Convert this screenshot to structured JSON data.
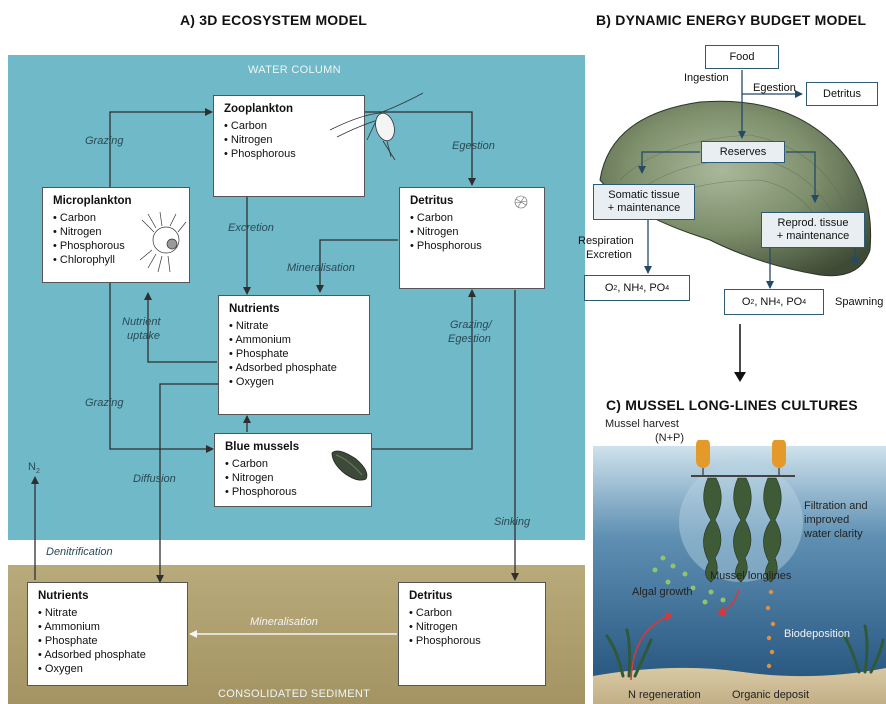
{
  "panel_a": {
    "title": "A) 3D ECOSYSTEM MODEL",
    "water_label": "WATER COLUMN",
    "sediment_label": "CONSOLIDATED SEDIMENT",
    "zooplankton": {
      "title": "Zooplankton",
      "items": [
        "Carbon",
        "Nitrogen",
        "Phosphorous"
      ]
    },
    "microplankton": {
      "title": "Microplankton",
      "items": [
        "Carbon",
        "Nitrogen",
        "Phosphorous",
        "Chlorophyll"
      ]
    },
    "detritus": {
      "title": "Detritus",
      "items": [
        "Carbon",
        "Nitrogen",
        "Phosphorous"
      ]
    },
    "nutrients": {
      "title": "Nutrients",
      "items": [
        "Nitrate",
        "Ammonium",
        "Phosphate",
        "Adsorbed phosphate",
        "Oxygen"
      ]
    },
    "mussels": {
      "title": "Blue mussels",
      "items": [
        "Carbon",
        "Nitrogen",
        "Phosphorous"
      ]
    },
    "sed_nutrients": {
      "title": "Nutrients",
      "items": [
        "Nitrate",
        "Ammonium",
        "Phosphate",
        "Adsorbed phosphate",
        "Oxygen"
      ]
    },
    "sed_detritus": {
      "title": "Detritus",
      "items": [
        "Carbon",
        "Nitrogen",
        "Phosphorous"
      ]
    },
    "flows": {
      "grazing_top": "Grazing",
      "egestion": "Egestion",
      "excretion": "Excretion",
      "mineralisation": "Mineralisation",
      "nutrient_uptake_1": "Nutrient",
      "nutrient_uptake_2": "uptake",
      "grazing_egestion_1": "Grazing/",
      "grazing_egestion_2": "Egestion",
      "grazing_bottom": "Grazing",
      "diffusion": "Diffusion",
      "n2": "N",
      "n2_sub": "2",
      "denitrification": "Denitrification",
      "sinking": "Sinking",
      "sed_mineralisation": "Mineralisation"
    }
  },
  "panel_b": {
    "title": "B) DYNAMIC ENERGY BUDGET MODEL",
    "food": "Food",
    "ingestion": "Ingestion",
    "egestion": "Egestion",
    "detritus": "Detritus",
    "reserves": "Reserves",
    "somatic_1": "Somatic tissue",
    "somatic_2": "+ maintenance",
    "reprod_1": "Reprod. tissue",
    "reprod_2": "+ maintenance",
    "respiration": "Respiration",
    "excretion": "Excretion",
    "out_left": {
      "o": "O",
      "o_sup": "2",
      "nh": ", NH",
      "nh_sub": "4",
      "po": ", PO",
      "po_sub": "4"
    },
    "out_right": {
      "o": "O",
      "o_sup": "2",
      "nh": ", NH",
      "nh_sub": "4",
      "po": ", PO",
      "po_sub": "4"
    },
    "spawning": "Spawning"
  },
  "panel_c": {
    "title": "C) MUSSEL LONG-LINES CULTURES",
    "harvest_1": "Mussel harvest",
    "harvest_2": "(N+P)",
    "filtration_1": "Filtration and",
    "filtration_2": "improved",
    "filtration_3": "water clarity",
    "longlines": "Mussel longlines",
    "algal": "Algal growth",
    "biodeposition": "Biodeposition",
    "n_regen": "N regeneration",
    "organic": "Organic deposit"
  }
}
